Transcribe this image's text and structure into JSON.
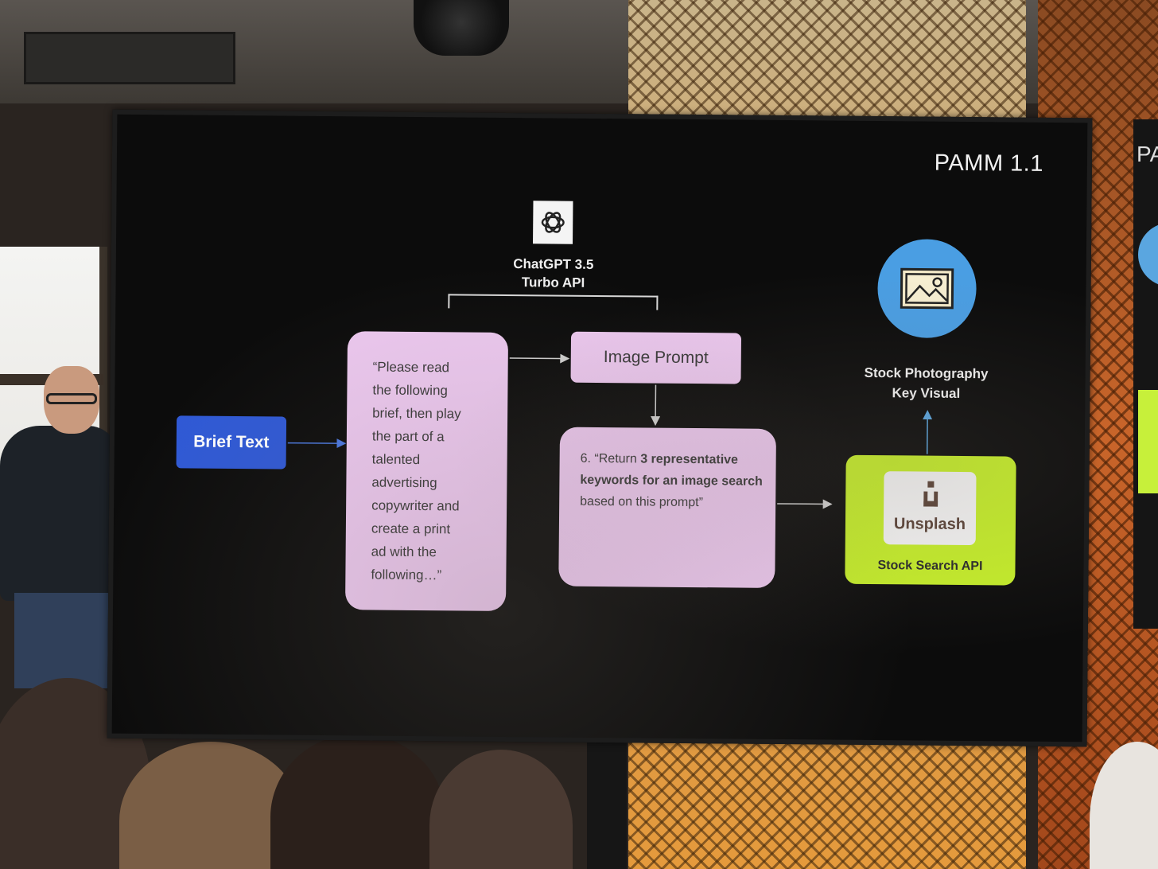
{
  "slide": {
    "title": "PAMM 1.1",
    "llm": {
      "label_line1": "ChatGPT 3.5",
      "label_line2": "Turbo API",
      "icon": "openai-logo-icon"
    },
    "brief_text": "Brief Text",
    "prompt_lines": [
      "“Please read",
      "the following",
      "brief, then play",
      "the part of a",
      "talented",
      "advertising",
      "copywriter and",
      "create a print",
      "ad with the",
      "following…”"
    ],
    "image_prompt": "Image Prompt",
    "keywords_prompt": {
      "prefix": "6. “Return ",
      "bold1": "3 representative keywords for an image search",
      "suffix": " based on this prompt”"
    },
    "unsplash": {
      "logo_text": "Unsplash",
      "api_label": "Stock Search API"
    },
    "output": {
      "icon": "image-icon",
      "label_line1": "Stock Photography",
      "label_line2": "Key Visual"
    },
    "colors": {
      "brief_box": "#2f59d6",
      "prompt_boxes": "#ecc8ef",
      "unsplash_box": "#c5ee2a",
      "output_circle": "#4a9ee3"
    }
  },
  "side_screen": {
    "title_fragment": "PA"
  }
}
